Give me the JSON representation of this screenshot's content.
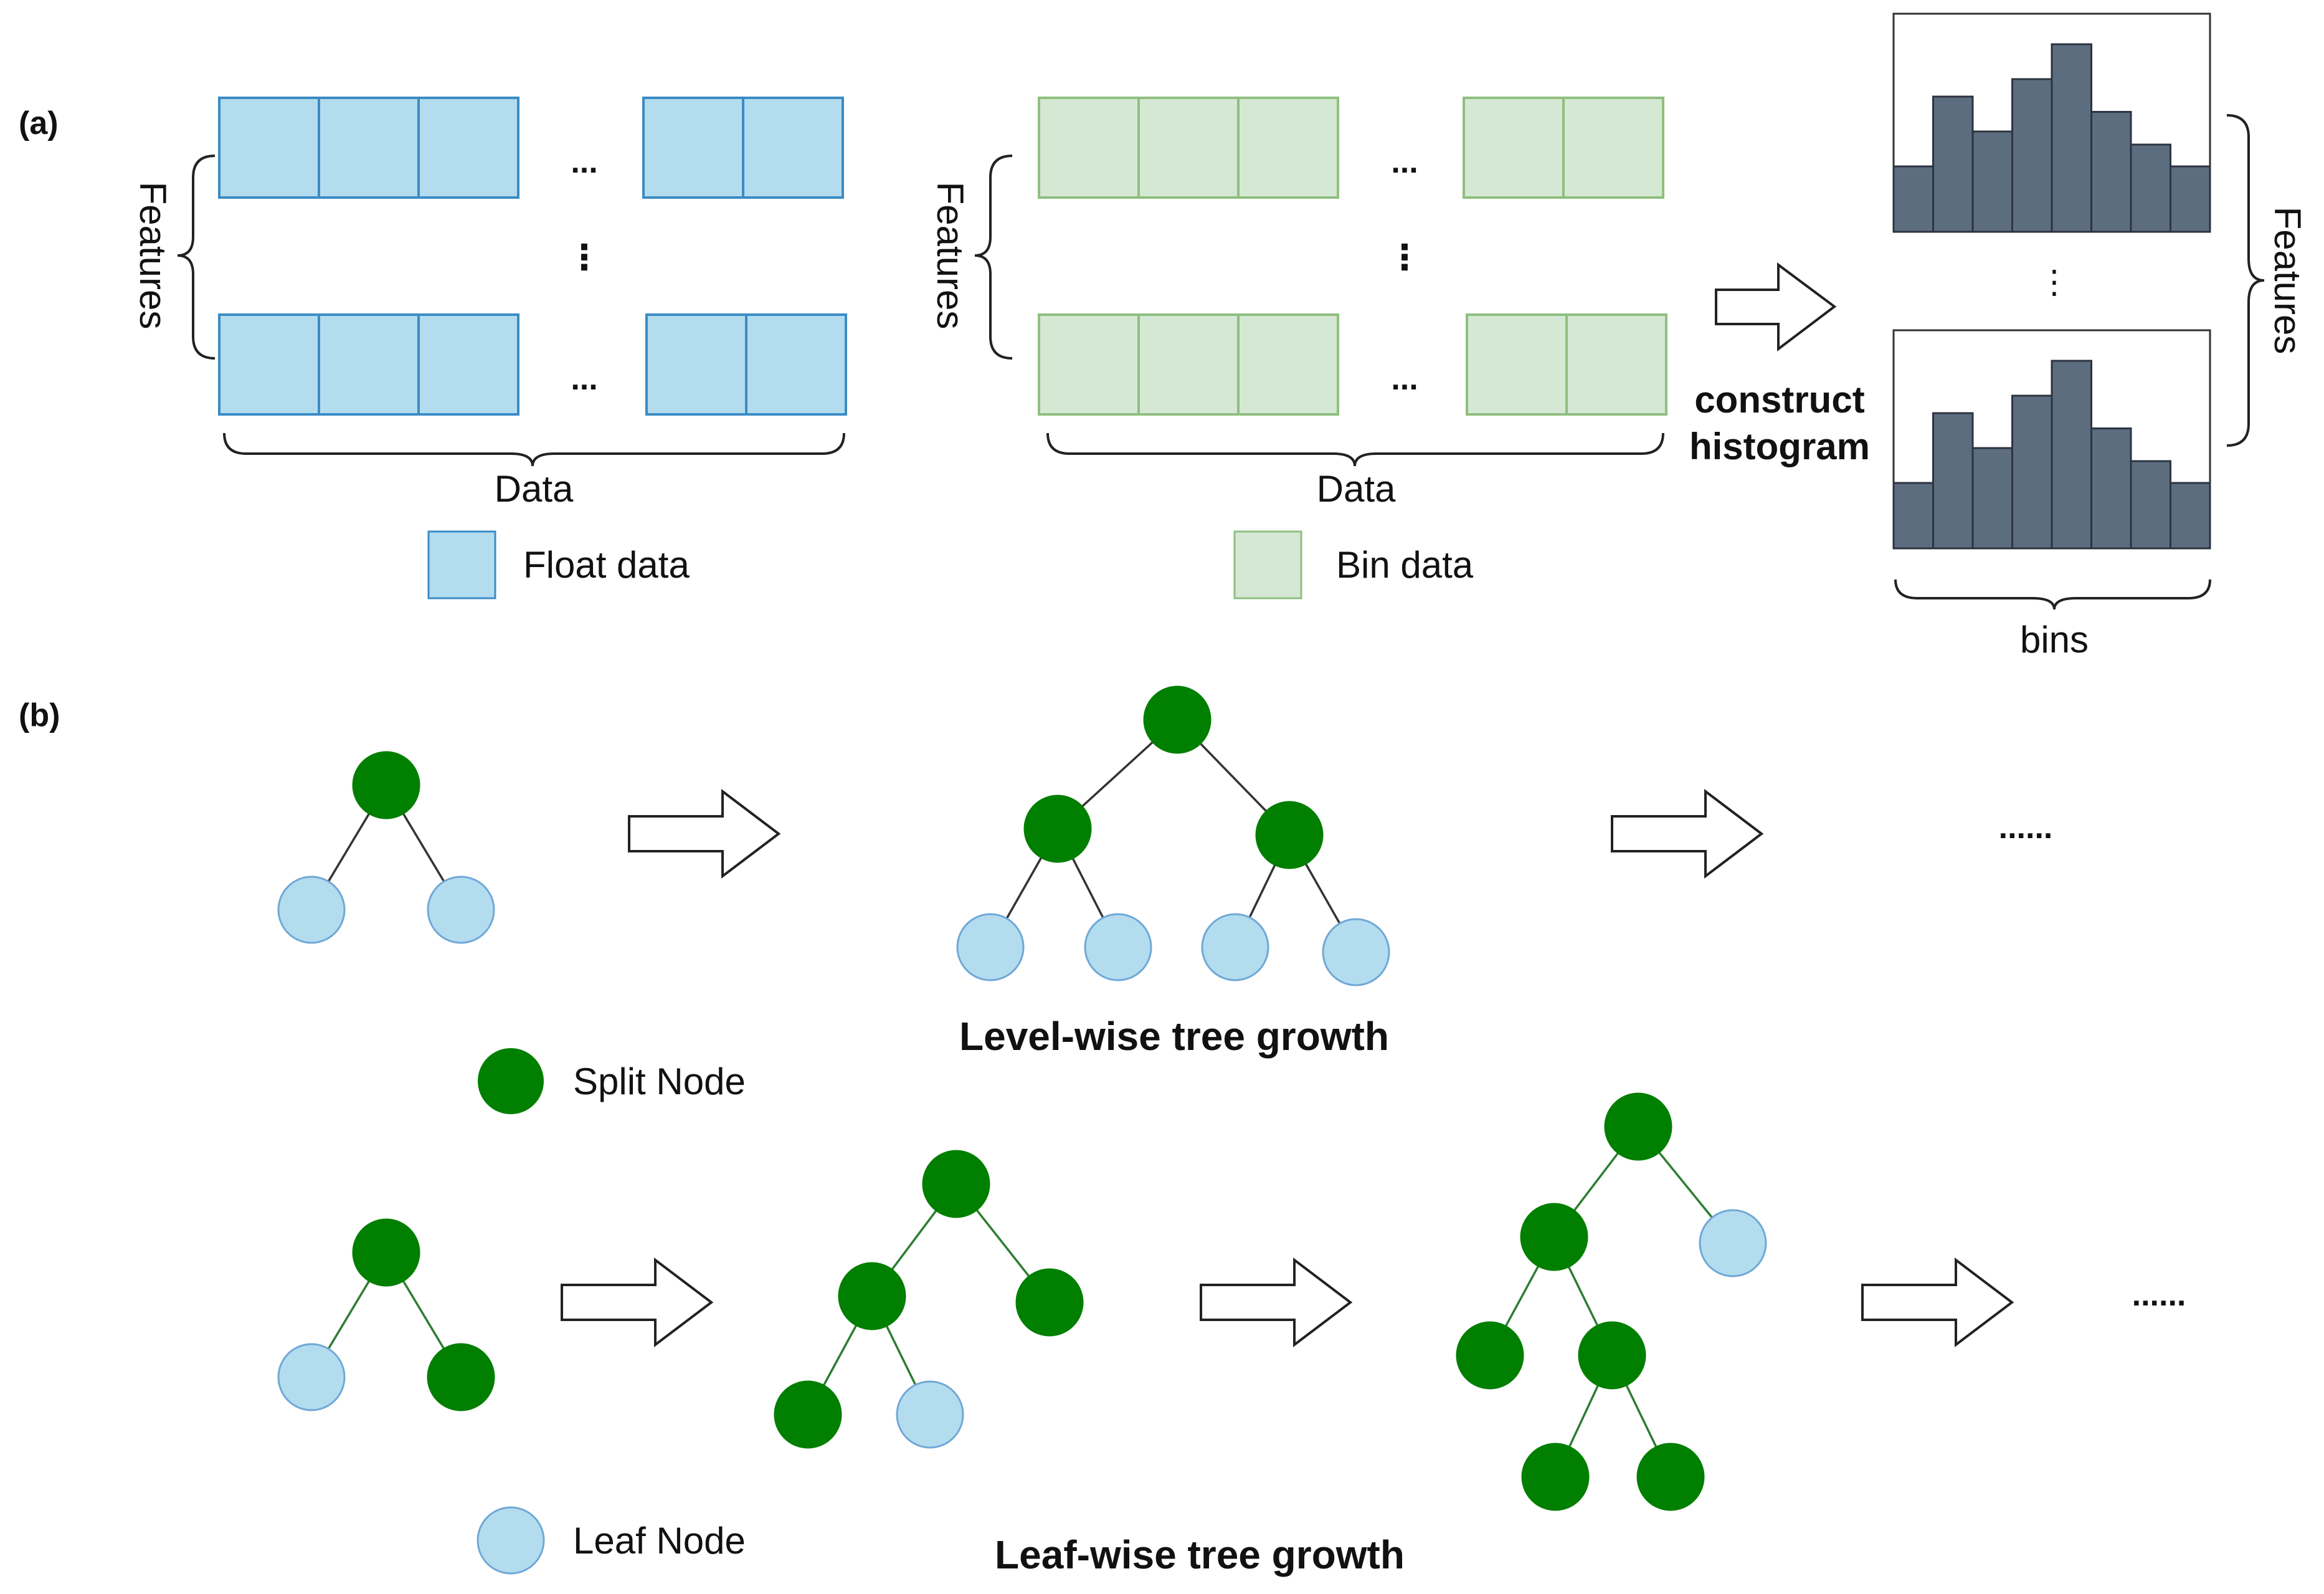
{
  "panel_a": {
    "label": "(a)",
    "features_label": "Features",
    "data_label": "Data",
    "ellipsis": "...",
    "vertical_ellipsis": "⋮",
    "float_legend": "Float data",
    "bin_legend": "Bin data",
    "construct_line1": "construct",
    "construct_line2": "histogram",
    "bins_label": "bins",
    "histogram_bars": [
      0.3,
      0.62,
      0.46,
      0.7,
      0.86,
      0.55,
      0.4,
      0.3
    ]
  },
  "panel_b": {
    "label": "(b)",
    "level_title": "Level-wise tree growth",
    "leaf_title": "Leaf-wise tree growth",
    "split_legend": "Split Node",
    "leaf_legend": "Leaf Node",
    "dots": "......"
  },
  "colors": {
    "float_fill": "#b3dcef",
    "float_stroke": "#3b8cc4",
    "bin_fill": "#d5e8d4",
    "bin_stroke": "#8fbf7f",
    "split_node": "#007f00",
    "leaf_node": "#b3dcef",
    "histogram_bar": "#5d6d80"
  }
}
